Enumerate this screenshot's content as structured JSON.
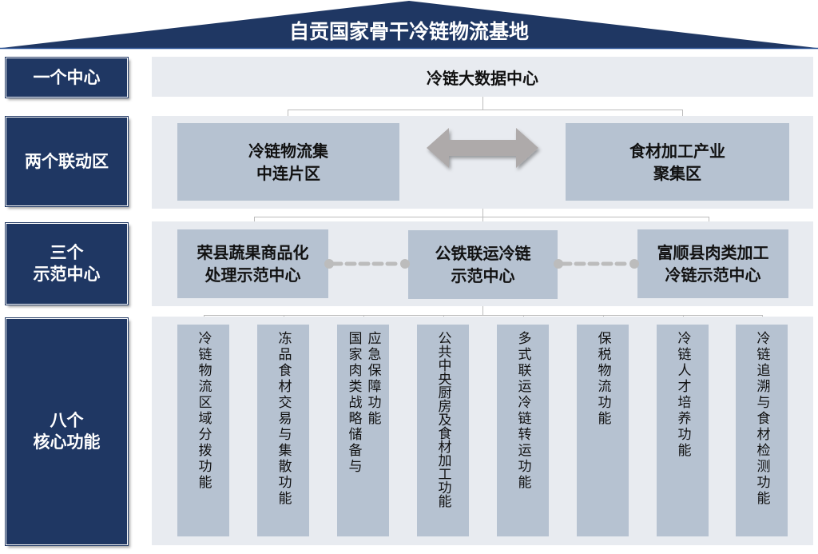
{
  "title": "自贡国家骨干冷链物流基地",
  "rows": {
    "row1": {
      "label": "一个中心",
      "center": "冷链大数据中心"
    },
    "row2": {
      "label": "两个联动区",
      "left": [
        "冷链物流集",
        "中连片区"
      ],
      "right": [
        "食材加工产业",
        "聚集区"
      ]
    },
    "row3": {
      "label": [
        "三个",
        "示范中心"
      ],
      "centers": [
        [
          "荣县蔬果商品化",
          "处理示范中心"
        ],
        [
          "公铁联运冷链",
          "示范中心"
        ],
        [
          "富顺县肉类加工",
          "冷链示范中心"
        ]
      ]
    },
    "row4": {
      "label": [
        "八个",
        "核心功能"
      ],
      "functions": [
        {
          "col1": "冷链物流区域分拨功能"
        },
        {
          "col1": "冻品食材交易与集散功能"
        },
        {
          "col1": "应急保障功能",
          "col2": "国家肉类战略储备与"
        },
        {
          "col1": "公共中央厨房及食材加工功能"
        },
        {
          "col1": "多式联运冷链转运功能"
        },
        {
          "col1": "保税物流功能"
        },
        {
          "col1": "冷链人才培养功能"
        },
        {
          "col1": "冷链追溯与食材检测功能"
        }
      ]
    }
  },
  "colors": {
    "navy": "#1f3763",
    "band": "#e8ebf0",
    "box": "#b6c2d1",
    "arrow": "#aeaaaa",
    "connector": "#bcbcbc"
  }
}
